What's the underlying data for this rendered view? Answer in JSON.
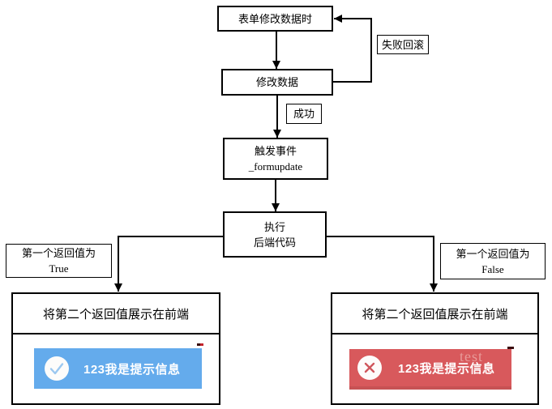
{
  "flow": {
    "start": "表单修改数据时",
    "rollback": "失败回滚",
    "modify": "修改数据",
    "success": "成功",
    "trigger_line1": "触发事件",
    "trigger_line2": "_formupdate",
    "execute_line1": "执行",
    "execute_line2": "后端代码",
    "branch_true_line1": "第一个返回值为",
    "branch_true_line2": "True",
    "branch_false_line1": "第一个返回值为",
    "branch_false_line2": "False",
    "result_left_title": "将第二个返回值展示在前端",
    "result_right_title": "将第二个返回值展示在前端"
  },
  "toasts": {
    "success_message": "123我是提示信息",
    "error_message": "123我是提示信息",
    "watermark": "test"
  },
  "colors": {
    "line": "#000000",
    "success_bg": "#64abec",
    "success_check": "#9cc8f0",
    "error_bg": "#d8595c",
    "error_cross": "#cf565c",
    "watermark_text": "#eba6a4"
  }
}
